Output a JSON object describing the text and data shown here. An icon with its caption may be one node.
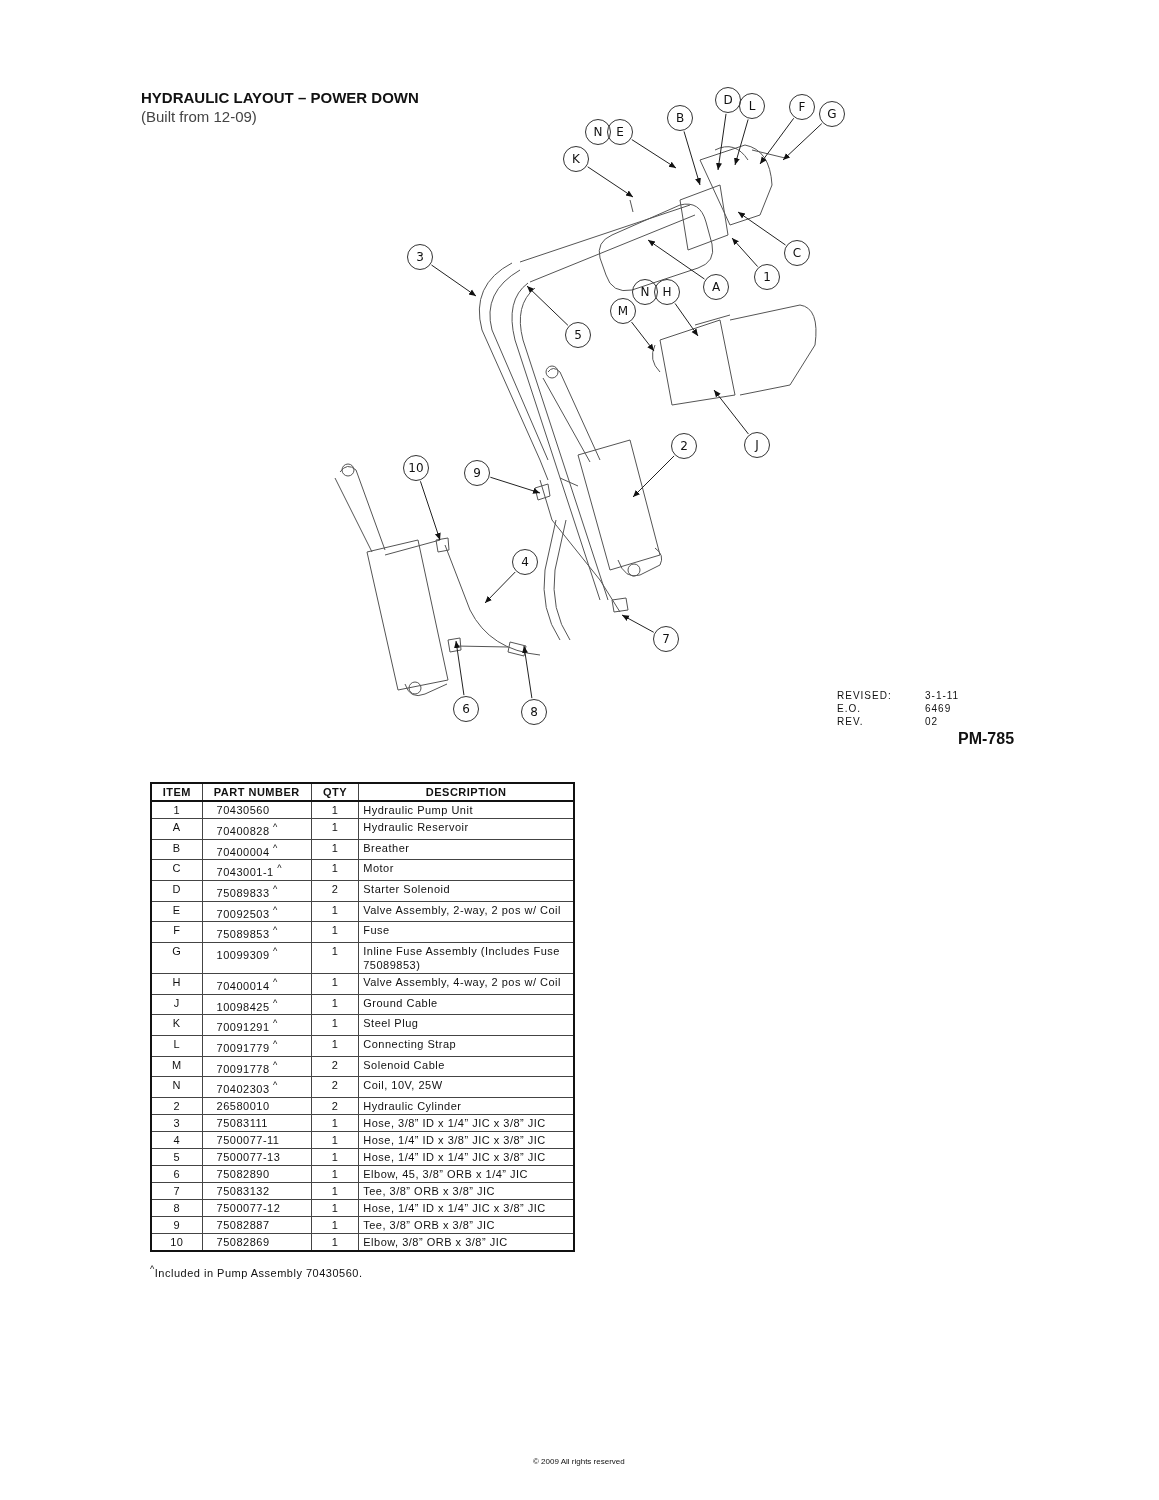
{
  "diagram": {
    "title": "HYDRAULIC LAYOUT – POWER DOWN",
    "nodes": [
      {
        "text": [
          "D"
        ]
      },
      {
        "text": [
          "L"
        ]
      },
      {
        "text": [
          "F"
        ]
      },
      {
        "text": [
          "B"
        ]
      },
      {
        "text": [
          "G"
        ]
      },
      {
        "text": [
          "N"
        ]
      },
      {
        "text": [
          "E"
        ]
      },
      {
        "text": [
          "K"
        ]
      },
      {
        "text": [
          "C"
        ]
      },
      {
        "text": [
          "3"
        ]
      },
      {
        "text": [
          "1"
        ]
      },
      {
        "text": [
          "A"
        ]
      },
      {
        "text": [
          "N"
        ]
      },
      {
        "text": [
          "H"
        ]
      },
      {
        "text": [
          "M"
        ]
      },
      {
        "text": [
          "5"
        ]
      },
      {
        "text": [
          "2"
        ]
      },
      {
        "text": [
          "J"
        ]
      },
      {
        "text": [
          "10"
        ]
      },
      {
        "text": [
          "9"
        ]
      },
      {
        "text": [
          "4"
        ]
      },
      {
        "text": [
          "7"
        ]
      },
      {
        "text": [
          "6"
        ]
      },
      {
        "text": [
          "8"
        ]
      }
    ],
    "edges": [
      {
        "from": 0,
        "to": null,
        "arrow": "to"
      },
      {
        "from": 1,
        "to": null,
        "arrow": "to"
      },
      {
        "from": 2,
        "to": null,
        "arrow": "to"
      },
      {
        "from": 3,
        "to": null,
        "arrow": "to"
      },
      {
        "from": 4,
        "to": null,
        "arrow": "to"
      },
      {
        "from": 6,
        "to": null,
        "arrow": "to"
      },
      {
        "from": 7,
        "to": null,
        "arrow": "to"
      },
      {
        "from": 8,
        "to": null,
        "arrow": "to"
      },
      {
        "from": 9,
        "to": null,
        "arrow": "to"
      },
      {
        "from": 10,
        "to": null,
        "arrow": "to"
      },
      {
        "from": 11,
        "to": null,
        "arrow": "to"
      },
      {
        "from": 13,
        "to": null,
        "arrow": "to"
      },
      {
        "from": 14,
        "to": null,
        "arrow": "to"
      },
      {
        "from": 15,
        "to": null,
        "arrow": "to"
      },
      {
        "from": 16,
        "to": null,
        "arrow": "to"
      },
      {
        "from": 17,
        "to": null,
        "arrow": "to"
      },
      {
        "from": 18,
        "to": null,
        "arrow": "to"
      },
      {
        "from": 19,
        "to": null,
        "arrow": "to"
      },
      {
        "from": 20,
        "to": null,
        "arrow": "to"
      },
      {
        "from": 21,
        "to": null,
        "arrow": "to"
      },
      {
        "from": 22,
        "to": null,
        "arrow": "to"
      },
      {
        "from": 23,
        "to": null,
        "arrow": "to"
      }
    ],
    "labels": [
      "(Built from 12-09)",
      "REVISED:",
      "3-1-11",
      "E.O.",
      "6469",
      "REV.",
      "02",
      "PM-785",
      "ITEM",
      "PART NUMBER",
      "QTY",
      "DESCRIPTION",
      "1",
      "70430560",
      "1",
      "Hydraulic Pump Unit",
      "A",
      "70400828 $^{^}$",
      "1",
      "Hydraulic Reservoir",
      "B",
      "70400004 $^{^}$",
      "1",
      "Breather",
      "C",
      "7043001-1 $^{^}$",
      "1",
      "Motor",
      "D",
      "75089833 $^{^}$",
      "2",
      "Starter Solenoid",
      "E",
      "70092503 $^{^}$",
      "1",
      "Valve Assembly, 2-way, 2 pos w/ Coil",
      "F",
      "75089853 $^{^}$",
      "1",
      "Fuse",
      "G",
      "10099309 $^{^}$",
      "1",
      "Inline Fuse Assembly (Includes Fuse 75089853)",
      "H",
      "70400014 $^{^}$",
      "1",
      "Valve Assembly, 4-way, 2 pos w/ Coil",
      "J",
      "10098425 $^{^}$",
      "1",
      "Ground Cable",
      "K",
      "70091291 $^{^}$",
      "1",
      "Steel Plug",
      "L",
      "70091779 $^{^}$",
      "1",
      "Connecting Strap",
      "M",
      "70091778 $^{^}$",
      "2",
      "Solenoid Cable",
      "N",
      "70402303 $^{^}$",
      "2",
      "Coil, 10V, 25W",
      "2",
      "26580010",
      "2",
      "Hydraulic Cylinder",
      "3",
      "75083111",
      "1",
      "Hose, 3/8” ID x 1/4” JIC x 3/8” JIC",
      "4",
      "7500077-11",
      "1",
      "Hose, 1/4” ID x 3/8” JIC x 3/8” JIC",
      "5",
      "7500077-13",
      "1",
      "Hose, 1/4” ID x 1/4” JIC x 3/8” JIC",
      "6",
      "75082890",
      "1",
      "Elbow, 45, 3/8” ORB x 1/4” JIC",
      "7",
      "75083132",
      "1",
      "Tee, 3/8” ORB x 3/8” JIC",
      "8",
      "7500077-12",
      "1",
      "Hose, 1/4” ID x 1/4” JIC x 3/8” JIC",
      "9",
      "75082887",
      "1",
      "Tee, 3/8” ORB x 3/8” JIC",
      "10",
      "75082869",
      "1",
      "Elbow, 3/8” ORB x 3/8” JIC",
      "$^{^}$Included in Pump Assembly 70430560.",
      "© 2009 All rights reserved"
    ]
  }
}
